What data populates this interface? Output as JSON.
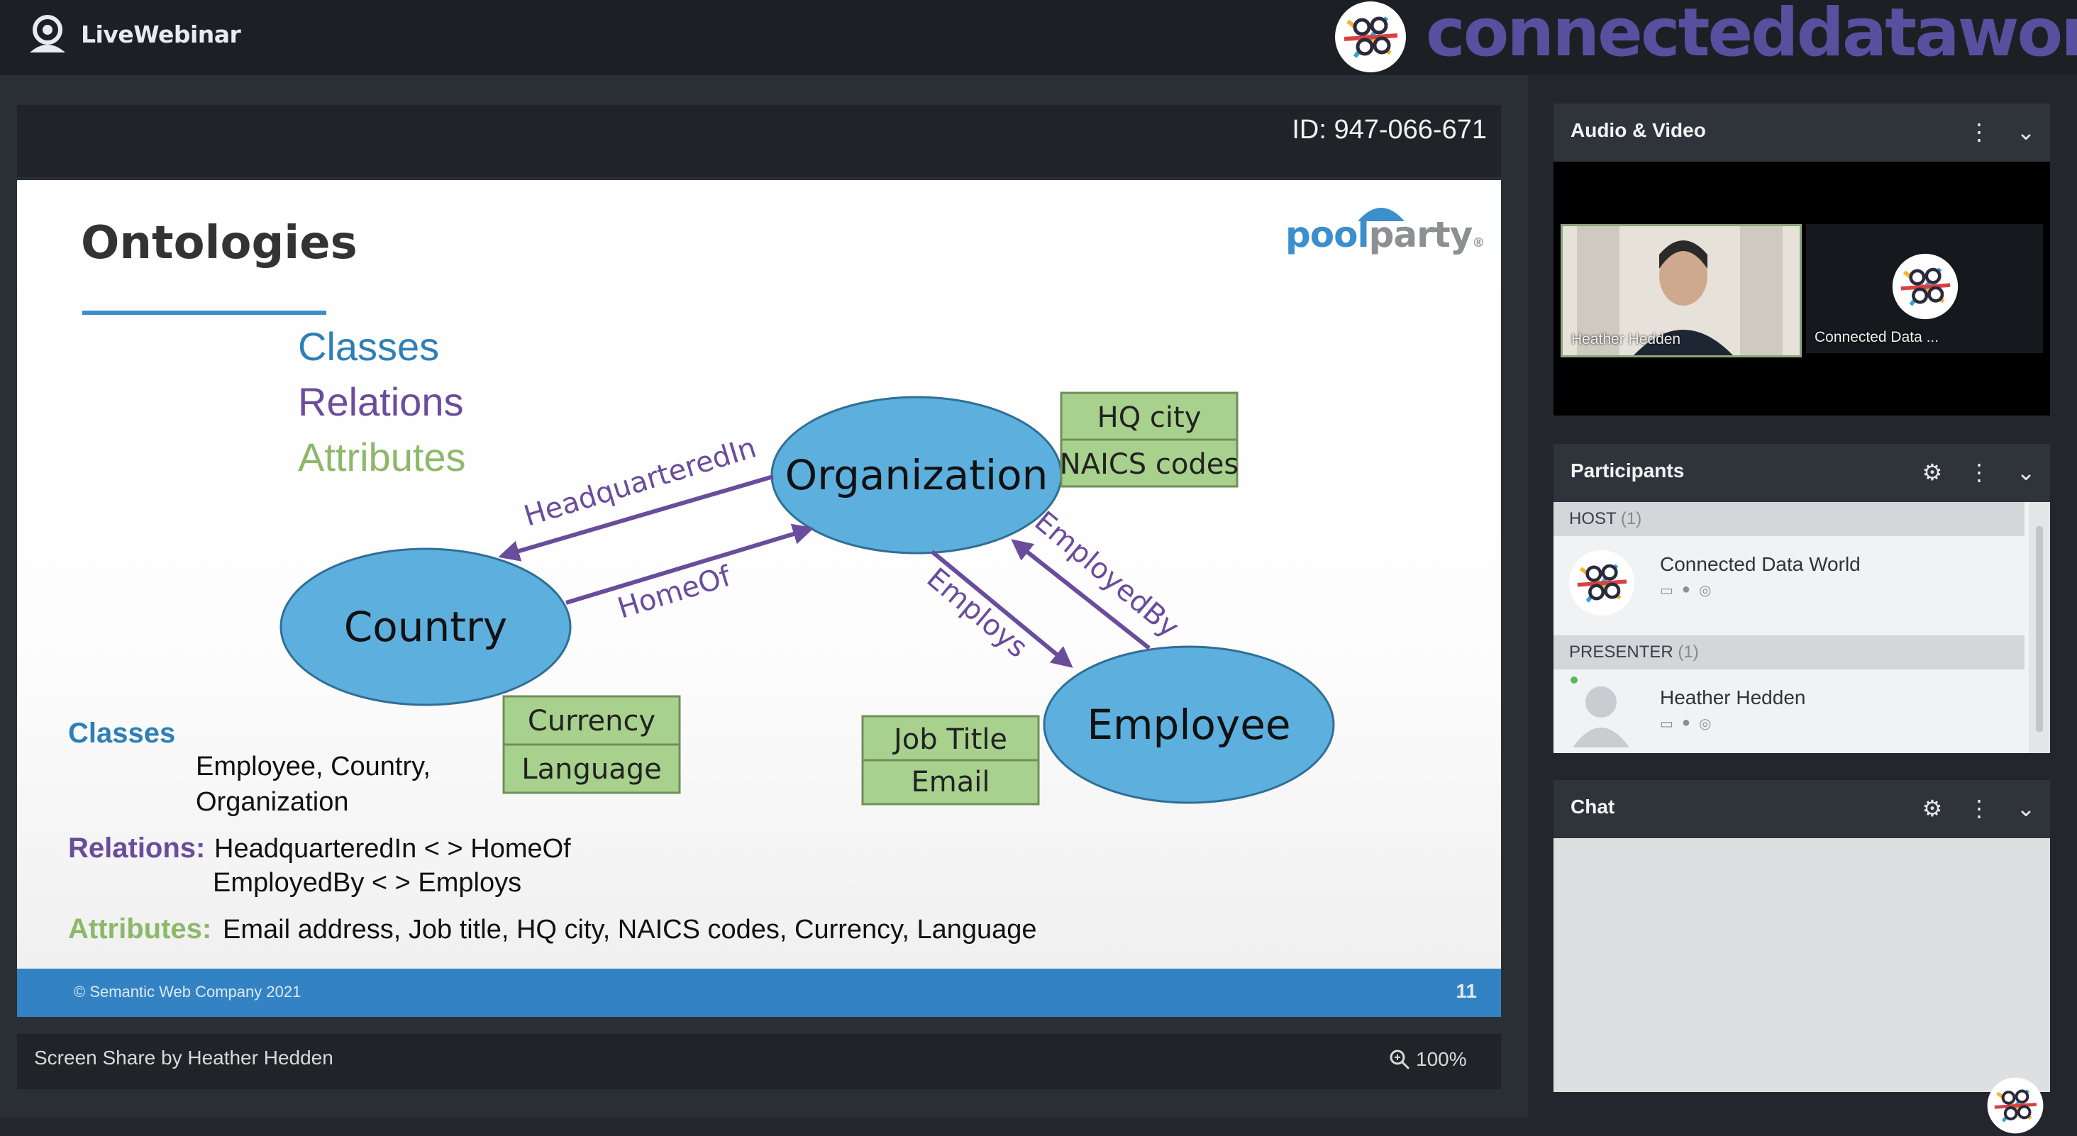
{
  "app": {
    "brand": "LiveWebinar",
    "event_brand": "connecteddataworld"
  },
  "stage": {
    "meeting_id": "ID: 947-066-671",
    "screen_share_label": "Screen Share by Heather Hedden",
    "zoom": "100%"
  },
  "slide": {
    "title": "Ontologies",
    "logo": "poolparty",
    "legend": {
      "classes": "Classes",
      "relations": "Relations",
      "attributes": "Attributes"
    },
    "nodes": {
      "organization": "Organization",
      "country": "Country",
      "employee": "Employee"
    },
    "edges": {
      "headquartered_in": "HeadquarteredIn",
      "home_of": "HomeOf",
      "employs": "Employs",
      "employed_by": "EmployedBy"
    },
    "attr_boxes": {
      "org": [
        "HQ city",
        "NAICS codes"
      ],
      "country": [
        "Currency",
        "Language"
      ],
      "employee": [
        "Job Title",
        "Email"
      ]
    },
    "summary": {
      "classes_label": "Classes",
      "classes_line1": "Employee, Country,",
      "classes_line2": "Organization",
      "relations_label": "Relations:",
      "relations_line1": "HeadquarteredIn < > HomeOf",
      "relations_line2": "EmployedBy < > Employs",
      "attributes_label": "Attributes:",
      "attributes_text": "Email address, Job title, HQ city, NAICS codes, Currency, Language"
    },
    "footer_copyright": "© Semantic Web Company 2021",
    "page_number": "11",
    "colors": {
      "classes": "#2e7fb5",
      "relations": "#6a4c9c",
      "attributes": "#8db86a",
      "ellipse": "#5db0dd",
      "attr_box": "#a9d18e",
      "footer": "#3383c4"
    }
  },
  "audio_video": {
    "title": "Audio & Video",
    "tiles": [
      {
        "label": "Heather Hedden"
      },
      {
        "label": "Connected Data ..."
      }
    ]
  },
  "participants": {
    "title": "Participants",
    "host_section": {
      "label": "HOST",
      "count": "(1)"
    },
    "host": {
      "name": "Connected Data World"
    },
    "presenter_section": {
      "label": "PRESENTER",
      "count": "(1)"
    },
    "presenter": {
      "name": "Heather Hedden"
    }
  },
  "chat": {
    "title": "Chat"
  }
}
